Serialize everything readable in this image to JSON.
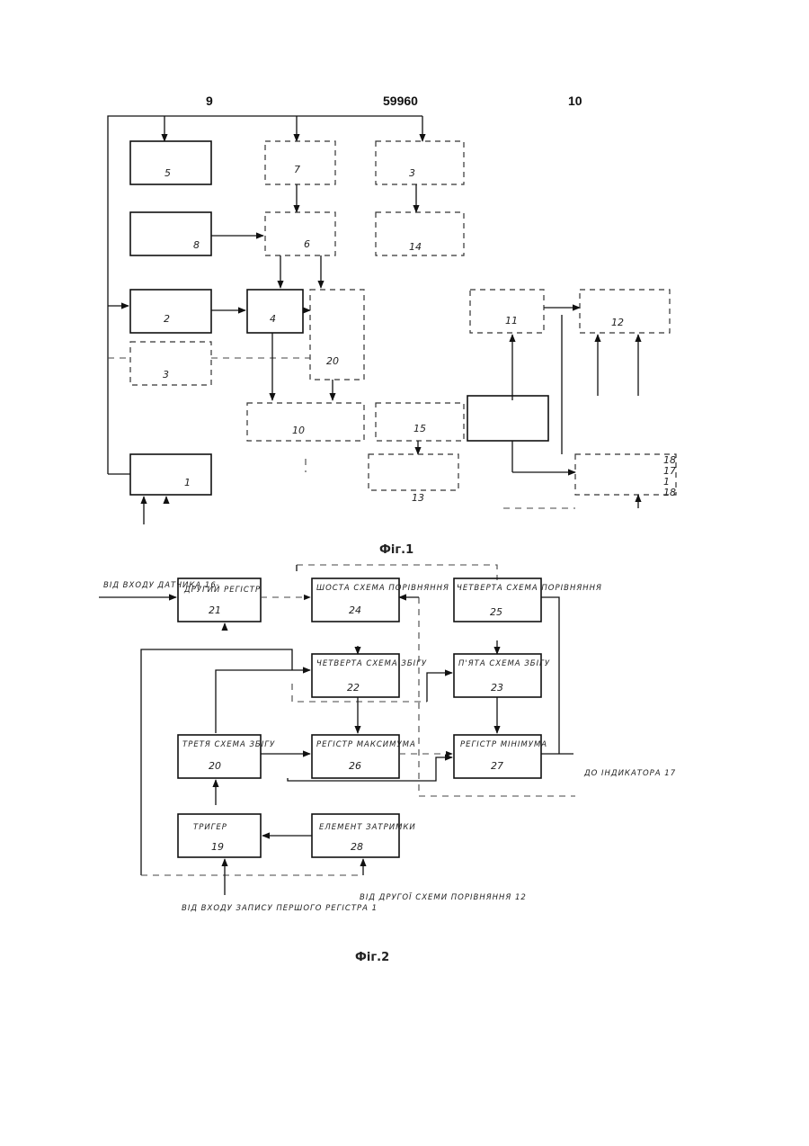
{
  "header": {
    "page_left": "9",
    "patent_number": "59960",
    "page_right": "10"
  },
  "figures": {
    "fig1_caption": "Фіг.1",
    "fig2_caption": "Фіг.2"
  },
  "fig1": {
    "blocks": [
      {
        "label": "",
        "num": "5"
      },
      {
        "label": "",
        "num": "7"
      },
      {
        "label": "",
        "num": "3"
      },
      {
        "label": "",
        "num": "8"
      },
      {
        "label": "",
        "num": "6"
      },
      {
        "label": "",
        "num": "14"
      },
      {
        "label": "",
        "num": "2"
      },
      {
        "label": "",
        "num": "4"
      },
      {
        "label": "",
        "num": "3"
      },
      {
        "label": "",
        "num": "11"
      },
      {
        "label": "",
        "num": "12"
      },
      {
        "label": "",
        "num": "10"
      },
      {
        "label": "",
        "num": "15"
      },
      {
        "label": "",
        "num": "1"
      },
      {
        "label": "",
        "num": "13"
      }
    ],
    "block_17_19_nums": [
      "18",
      "17",
      "1",
      "18"
    ]
  },
  "fig2": {
    "blocks": [
      {
        "label": "ДРУГИЙ РЕГІСТР",
        "num": "21"
      },
      {
        "label": "ШОСТА СХЕМА ПОРІВНЯННЯ",
        "num": "24"
      },
      {
        "label": "ЧЕТВЕРТА СХЕМА ПОРІВНЯННЯ",
        "num": "25"
      },
      {
        "label": "ЧЕТВЕРТА СХЕМА ЗБІГУ",
        "num": "22"
      },
      {
        "label": "П'ЯТА СХЕМА ЗБІГУ",
        "num": "23"
      },
      {
        "label": "ТРЕТЯ СХЕМА ЗБІГУ",
        "num": "20"
      },
      {
        "label": "РЕГІСТР МАКСИМУМА",
        "num": "26"
      },
      {
        "label": "РЕГІСТР МІНІМУМА",
        "num": "27"
      },
      {
        "label": "ТРИГЕР",
        "num": "19"
      },
      {
        "label": "ЕЛЕМЕНТ ЗАТРИМКИ",
        "num": "28"
      }
    ],
    "input_top_left": "ВІД ВХОДУ ДАТЧИКА 16",
    "output_right": "ДО ІНДИКАТОРА 17",
    "input_bottom_left": "ВІД ВХОДУ ЗАПИСУ ПЕРШОГО РЕГІСТРА 1",
    "input_bottom_right": "ВІД ДРУГОЇ СХЕМИ ПОРІВНЯННЯ 12"
  }
}
